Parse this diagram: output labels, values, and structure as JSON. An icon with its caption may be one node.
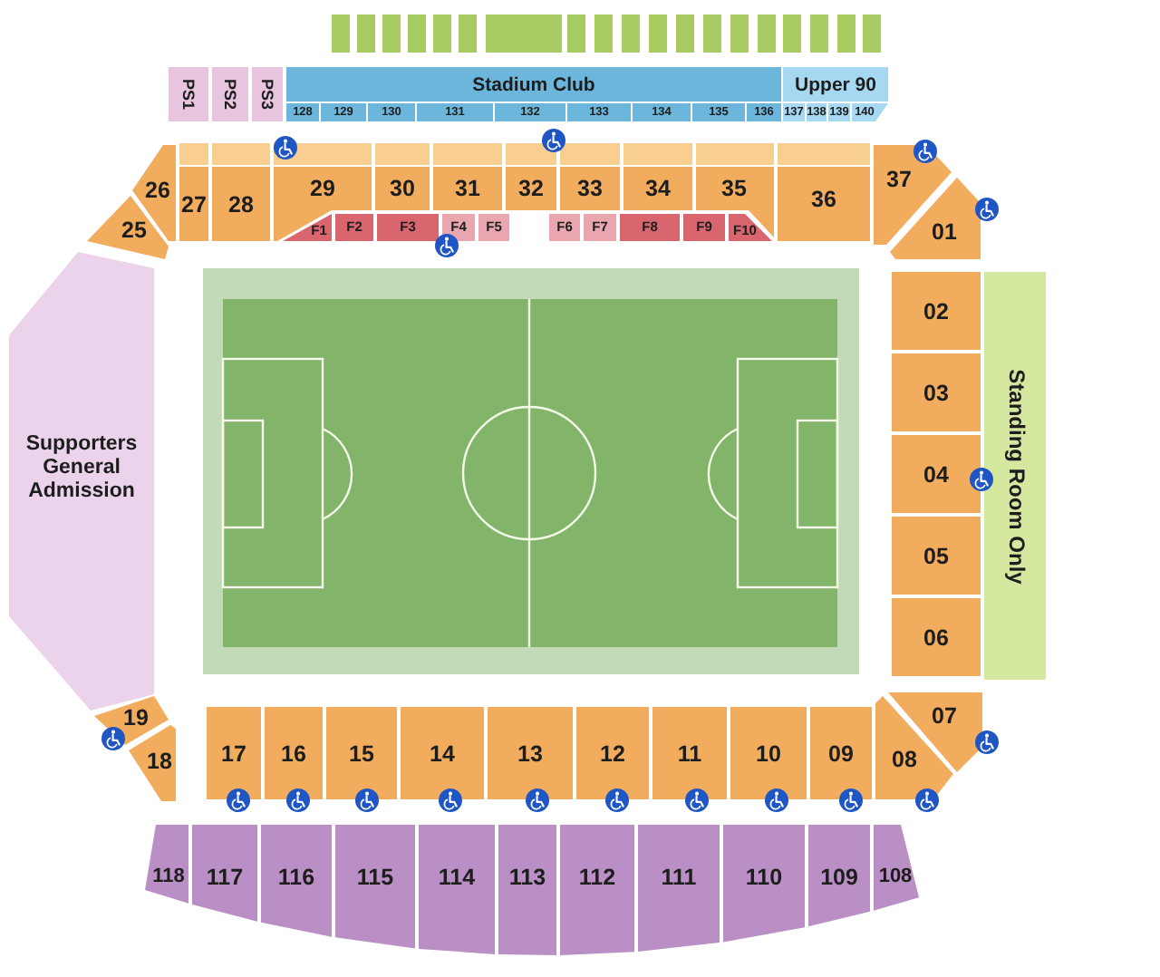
{
  "diagram": {
    "nodes": [
      {
        "text": [],
        "shape": "box"
      },
      {
        "text": [],
        "shape": "box"
      },
      {
        "text": [],
        "shape": "box"
      },
      {
        "text": [],
        "shape": "box"
      },
      {
        "text": [],
        "shape": "box"
      },
      {
        "text": [],
        "shape": "box"
      },
      {
        "text": [],
        "shape": "box"
      },
      {
        "text": [],
        "shape": "box"
      },
      {
        "text": [],
        "shape": "box"
      },
      {
        "text": [],
        "shape": "box"
      },
      {
        "text": [],
        "shape": "box"
      },
      {
        "text": [],
        "shape": "box"
      },
      {
        "text": [],
        "shape": "box"
      },
      {
        "text": [],
        "shape": "box"
      },
      {
        "text": [],
        "shape": "box"
      },
      {
        "text": [],
        "shape": "box"
      },
      {
        "text": [],
        "shape": "box"
      },
      {
        "text": [],
        "shape": "box"
      },
      {
        "text": [],
        "shape": "box"
      },
      {
        "text": [
          "PS1"
        ]
      },
      {
        "text": [
          "PS2"
        ]
      },
      {
        "text": [
          "PS3"
        ]
      },
      {
        "text": [
          "Stadium Club"
        ]
      },
      {
        "text": [
          "Upper 90"
        ]
      },
      {
        "text": [
          "128"
        ]
      },
      {
        "text": [
          "129"
        ]
      },
      {
        "text": [
          "130"
        ]
      },
      {
        "text": [
          "131"
        ]
      },
      {
        "text": [
          "132"
        ]
      },
      {
        "text": [
          "133"
        ]
      },
      {
        "text": [
          "134"
        ]
      },
      {
        "text": [
          "135"
        ]
      },
      {
        "text": [
          "136"
        ]
      },
      {
        "text": [
          "137"
        ]
      },
      {
        "text": [
          "138"
        ]
      },
      {
        "text": [
          "139"
        ]
      },
      {
        "text": [
          "140"
        ]
      },
      {
        "text": [],
        "shape": "box"
      },
      {
        "text": [],
        "shape": "box"
      },
      {
        "text": [],
        "shape": "box"
      },
      {
        "text": [],
        "shape": "box"
      },
      {
        "text": [],
        "shape": "box"
      },
      {
        "text": [],
        "shape": "box"
      },
      {
        "text": [],
        "shape": "box"
      },
      {
        "text": [],
        "shape": "box"
      },
      {
        "text": [],
        "shape": "box"
      },
      {
        "text": [],
        "shape": "box"
      },
      {
        "text": [
          "26"
        ]
      },
      {
        "text": [
          "27"
        ]
      },
      {
        "text": [
          "28"
        ]
      },
      {
        "text": [
          "29"
        ]
      },
      {
        "text": [
          "30"
        ]
      },
      {
        "text": [
          "31"
        ]
      },
      {
        "text": [
          "32"
        ]
      },
      {
        "text": [
          "33"
        ]
      },
      {
        "text": [
          "34"
        ]
      },
      {
        "text": [
          "35"
        ]
      },
      {
        "text": [
          "36"
        ]
      },
      {
        "text": [
          "37"
        ]
      },
      {
        "text": [
          "25"
        ]
      },
      {
        "text": [
          "01"
        ]
      },
      {
        "text": [
          "F1"
        ]
      },
      {
        "text": [
          "F2"
        ]
      },
      {
        "text": [
          "F3"
        ]
      },
      {
        "text": [
          "F4"
        ]
      },
      {
        "text": [
          "F5"
        ]
      },
      {
        "text": [
          "F6"
        ]
      },
      {
        "text": [
          "F7"
        ]
      },
      {
        "text": [
          "F8"
        ]
      },
      {
        "text": [
          "F9"
        ]
      },
      {
        "text": [
          "F10"
        ]
      },
      {
        "text": [
          "Supporters General Admission"
        ]
      },
      {
        "text": [
          "02"
        ]
      },
      {
        "text": [
          "03"
        ]
      },
      {
        "text": [
          "04"
        ]
      },
      {
        "text": [
          "05"
        ]
      },
      {
        "text": [
          "06"
        ]
      },
      {
        "text": [
          "Standing Room Only"
        ]
      },
      {
        "text": [
          "19"
        ]
      },
      {
        "text": [
          "18"
        ]
      },
      {
        "text": [
          "17"
        ]
      },
      {
        "text": [
          "16"
        ]
      },
      {
        "text": [
          "15"
        ]
      },
      {
        "text": [
          "14"
        ]
      },
      {
        "text": [
          "13"
        ]
      },
      {
        "text": [
          "12"
        ]
      },
      {
        "text": [
          "11"
        ]
      },
      {
        "text": [
          "10"
        ]
      },
      {
        "text": [
          "09"
        ]
      },
      {
        "text": [
          "08"
        ]
      },
      {
        "text": [
          "07"
        ]
      },
      {
        "text": [
          "118"
        ]
      },
      {
        "text": [
          "117"
        ]
      },
      {
        "text": [
          "116"
        ]
      },
      {
        "text": [
          "115"
        ]
      },
      {
        "text": [
          "114"
        ]
      },
      {
        "text": [
          "113"
        ]
      },
      {
        "text": [
          "112"
        ]
      },
      {
        "text": [
          "111"
        ]
      },
      {
        "text": [
          "110"
        ]
      },
      {
        "text": [
          "109"
        ]
      },
      {
        "text": [
          "108"
        ]
      }
    ]
  }
}
